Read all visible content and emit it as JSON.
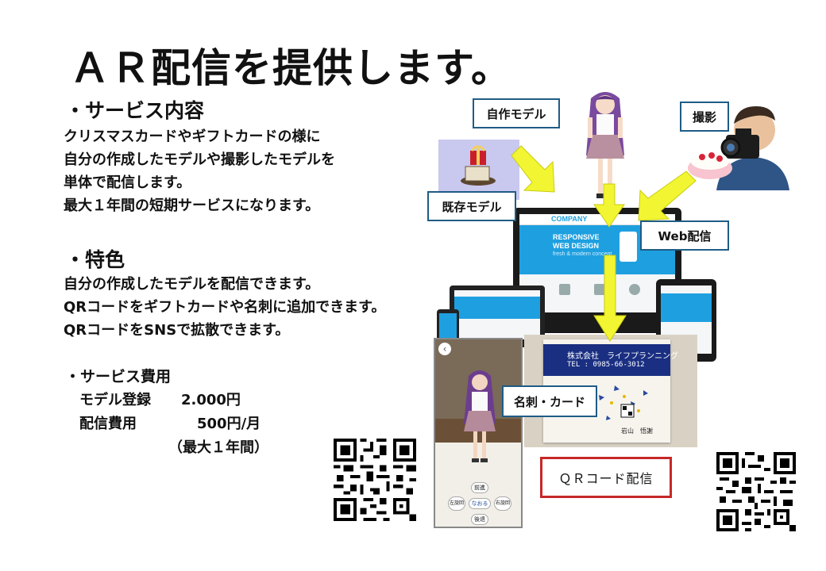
{
  "title": "ＡＲ配信を提供します。",
  "service": {
    "heading": "・サービス内容",
    "lines": [
      "クリスマスカードやギフトカードの様に",
      "自分の作成したモデルや撮影したモデルを",
      "単体で配信します。",
      "最大１年間の短期サービスになります。"
    ]
  },
  "features": {
    "heading": "・特色",
    "lines": [
      "自分の作成したモデルを配信できます。",
      "QRコードをギフトカードや名刺に追加できます。",
      "QRコードをSNSで拡散できます。"
    ]
  },
  "fees": {
    "heading": "・サービス費用",
    "rows": [
      {
        "label": "モデル登録",
        "value": "2.000円"
      },
      {
        "label": "配信費用",
        "value": "500円/月"
      }
    ],
    "note": "（最大１年間）"
  },
  "diagram": {
    "labels": {
      "custom_model": "自作モデル",
      "photo": "撮影",
      "existing_model": "既存モデル",
      "web": "Web配信",
      "card": "名刺・カード",
      "qr": "ＱＲコード配信"
    },
    "screen": {
      "company": "COMPANY",
      "headline1": "RESPONSIVE",
      "headline2": "WEB DESIGN",
      "tagline": "fresh & modern concept"
    },
    "business_card": {
      "company": "株式会社　ライフプランニング",
      "tel": "TEL : 0985-66-3012",
      "name": "岩山　悟謝"
    },
    "phone_buttons": {
      "front": "前進",
      "left": "左旋回",
      "center": "なおる",
      "right": "右旋回",
      "back": "後退"
    },
    "colors": {
      "arrow": "#f2f531",
      "label_border": "#1f5c86",
      "qr_border": "#c62828",
      "screen_blue": "#1ea0e0"
    }
  }
}
